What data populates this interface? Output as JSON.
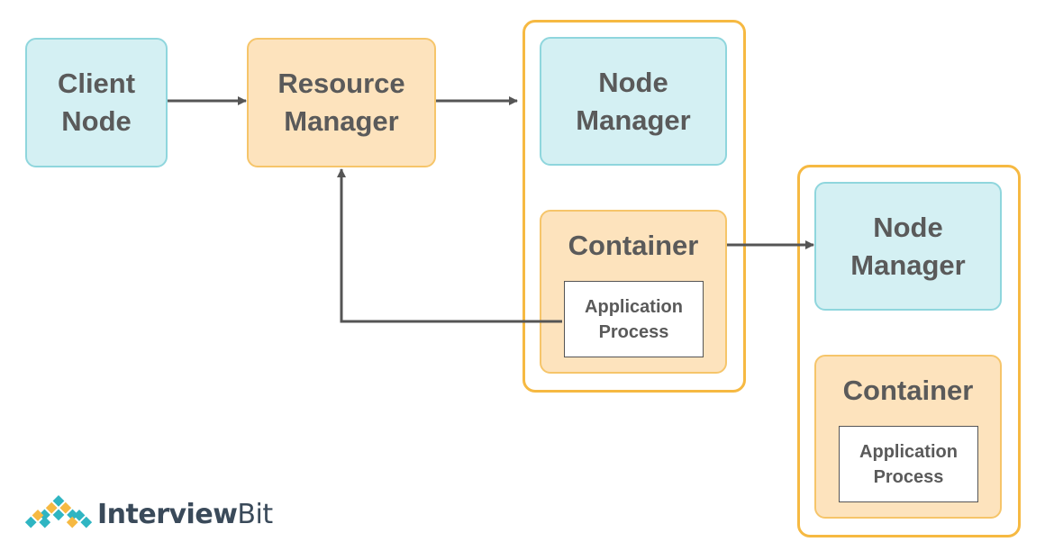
{
  "client_node": {
    "line1": "Client",
    "line2": "Node"
  },
  "resource_manager": {
    "line1": "Resource",
    "line2": "Manager"
  },
  "group1": {
    "node_manager": {
      "line1": "Node",
      "line2": "Manager"
    },
    "container": {
      "title": "Container",
      "process": {
        "line1": "Application",
        "line2": "Process"
      }
    }
  },
  "group2": {
    "node_manager": {
      "line1": "Node",
      "line2": "Manager"
    },
    "container": {
      "title": "Container",
      "process": {
        "line1": "Application",
        "line2": "Process"
      }
    }
  },
  "brand": {
    "name_bold": "Interview",
    "name_regular": "Bit"
  },
  "colors": {
    "teal_fill": "#d4f0f3",
    "teal_border": "#8fd6dd",
    "orange_fill": "#fde3bd",
    "orange_border": "#f6c56a",
    "group_border": "#f6b942",
    "arrow": "#555555"
  }
}
